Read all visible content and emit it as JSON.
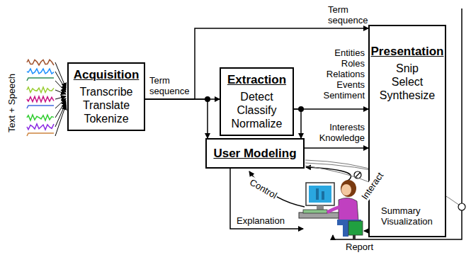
{
  "diagram": {
    "nodes": [
      {
        "text": [
          "Acquisition",
          "Transcribe Translate Tokenize"
        ]
      },
      {
        "text": [
          "Extraction",
          "Detect Classify Normalize"
        ]
      },
      {
        "text": [
          "User Modeling"
        ]
      },
      {
        "text": [
          "Presentation",
          "Snip Select Synthesize"
        ]
      }
    ],
    "edges": [
      {
        "from": 0,
        "to": 1,
        "label": "Term sequence",
        "arrow": "to"
      },
      {
        "from": 0,
        "to": 3,
        "label": "Term sequence",
        "arrow": "to"
      },
      {
        "from": 0,
        "to": 2,
        "arrow": "to"
      },
      {
        "from": 1,
        "to": 3,
        "label": "Entities Roles Relations Events Sentiment",
        "arrow": "to"
      },
      {
        "from": 1,
        "to": 2,
        "arrow": "to"
      },
      {
        "from": 2,
        "to": 3,
        "label": "Interests Knowledge",
        "arrow": "to"
      }
    ],
    "labels": [
      "Text + Speech",
      "Control",
      "Interact",
      "Explanation",
      "Summary Visualization",
      "Report"
    ]
  }
}
